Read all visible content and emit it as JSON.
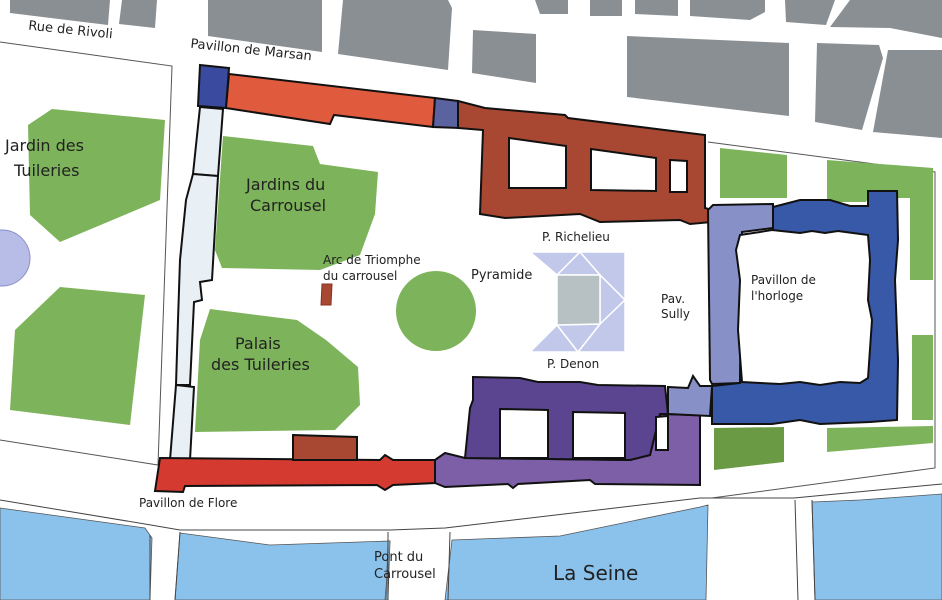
{
  "colors": {
    "background": "#ffffff",
    "city_blocks": "#8a8f93",
    "gardens": "#7db35a",
    "gardens_dark": "#6a9b44",
    "water": "#8bc2ec",
    "pavillon_marsan": "#3a4a9e",
    "aile_rohan": "#e05a3e",
    "pavillon_rohan": "#5a62a0",
    "aile_richelieu": "#a84832",
    "aile_flore": "#d43a30",
    "arc_building": "#a84832",
    "aile_denon": "#5b4590",
    "grande_galerie_east": "#7c5fa6",
    "pav_sully_wing": "#8890c8",
    "cour_carree": "#3858a8",
    "pyramid_panels": "#c2c8ea",
    "pyramid_center": "#b7c1c4",
    "tuileries_ruin": "#e8f0f6",
    "fountain": "#b8bde8",
    "outline": "#111111"
  },
  "labels": {
    "rue_de_rivoli": "Rue de Rivoli",
    "pavillon_de_marsan": "Pavillon de Marsan",
    "jardin_des_tuileries_1": "Jardin des",
    "jardin_des_tuileries_2": "Tuileries",
    "jardins_du_carrousel_1": "Jardins du",
    "jardins_du_carrousel_2": "Carrousel",
    "arc_de_triomphe_1": "Arc de Triomphe",
    "arc_de_triomphe_2": "du carrousel",
    "pyramide": "Pyramide",
    "p_richelieu": "P. Richelieu",
    "p_denon": "P. Denon",
    "pav_sully_1": "Pav.",
    "pav_sully_2": "Sully",
    "pavillon_horloge_1": "Pavillon de",
    "pavillon_horloge_2": "l'horloge",
    "palais_des_tuileries_1": "Palais",
    "palais_des_tuileries_2": "des Tuileries",
    "pavillon_de_flore": "Pavillon de Flore",
    "pont_du_carrousel_1": "Pont du",
    "pont_du_carrousel_2": "Carrousel",
    "la_seine": "La Seine"
  }
}
